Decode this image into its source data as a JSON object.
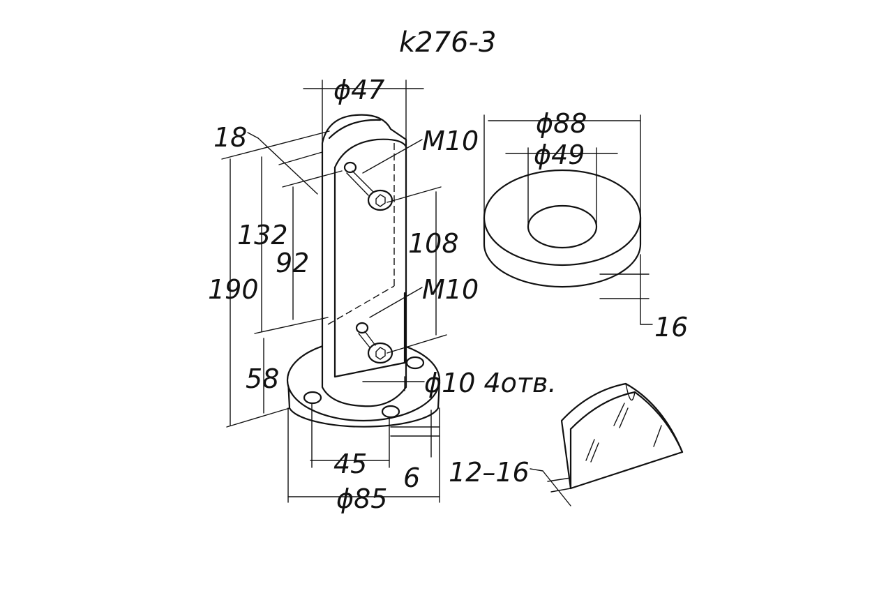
{
  "title": "k276-3",
  "dimensions": {
    "top_diameter": "ϕ47",
    "disc_outer": "ϕ88",
    "disc_inner": "ϕ49",
    "disc_height": "16",
    "screw_top": "M10",
    "screw_bottom": "M10",
    "dim_18": "18",
    "dim_132": "132",
    "dim_92": "92",
    "dim_190": "190",
    "dim_108": "108",
    "dim_58": "58",
    "holes": "ϕ10  4отв.",
    "dim_45": "45",
    "dim_6": "6",
    "base_diameter": "ϕ85",
    "glass_thickness": "12–16"
  }
}
